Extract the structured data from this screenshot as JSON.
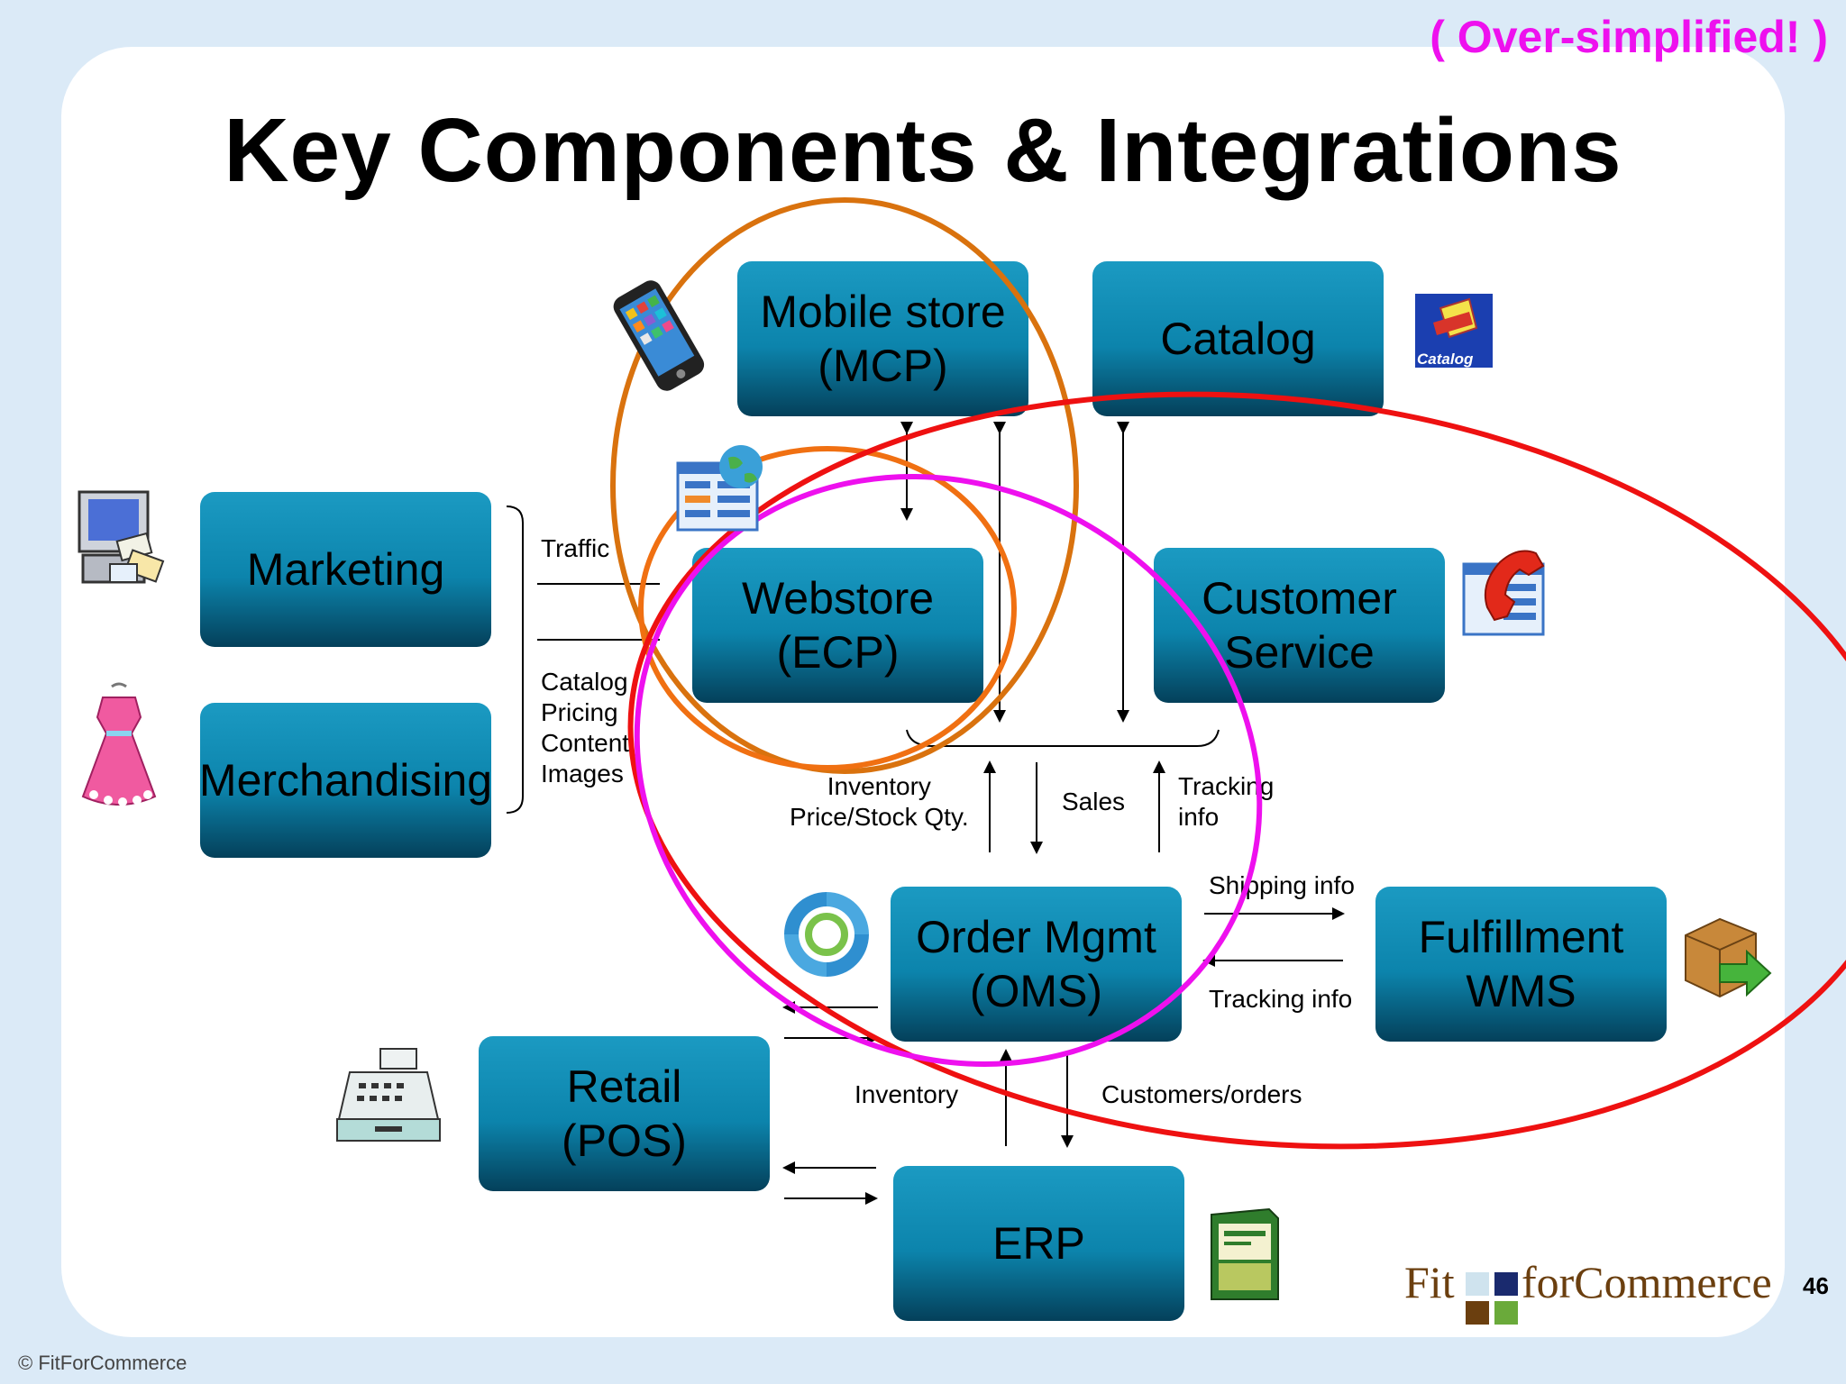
{
  "note": "( Over-simplified! )",
  "title": "Key Components & Integrations",
  "boxes": {
    "mobile": "Mobile store\n(MCP)",
    "catalog": "Catalog",
    "marketing": "Marketing",
    "merchandising": "Merchandising",
    "webstore": "Webstore\n(ECP)",
    "customer_service": "Customer\nService",
    "order_mgmt": "Order Mgmt\n(OMS)",
    "fulfillment": "Fulfillment\nWMS",
    "retail": "Retail\n(POS)",
    "erp": "ERP"
  },
  "labels": {
    "traffic": "Traffic",
    "catalog_group": "Catalog\nPricing\nContent\nImages",
    "inventory_price": "Inventory\nPrice/Stock Qty.",
    "sales": "Sales",
    "tracking": "Tracking\ninfo",
    "shipping_info": "Shipping info",
    "tracking_info": "Tracking info",
    "inventory": "Inventory",
    "customers_orders": "Customers/orders"
  },
  "icons": {
    "catalog_icon_text": "Catalog",
    "mobile": "mobile-phone-icon",
    "marketing": "computer-mail-icon",
    "merchandising": "dress-icon",
    "webstore": "web-page-globe-icon",
    "customer_service": "telephone-icon",
    "order_mgmt": "cycle-arrows-icon",
    "fulfillment": "package-arrow-icon",
    "retail": "cash-register-icon",
    "erp": "quickbooks-box-icon"
  },
  "circles": {
    "orange": "#d9720e",
    "red": "#ee1111",
    "magenta": "#ee10ee"
  },
  "logo": {
    "left": "Fit",
    "right": "forCommerce"
  },
  "page_number": "46",
  "copyright": "© FitForCommerce"
}
